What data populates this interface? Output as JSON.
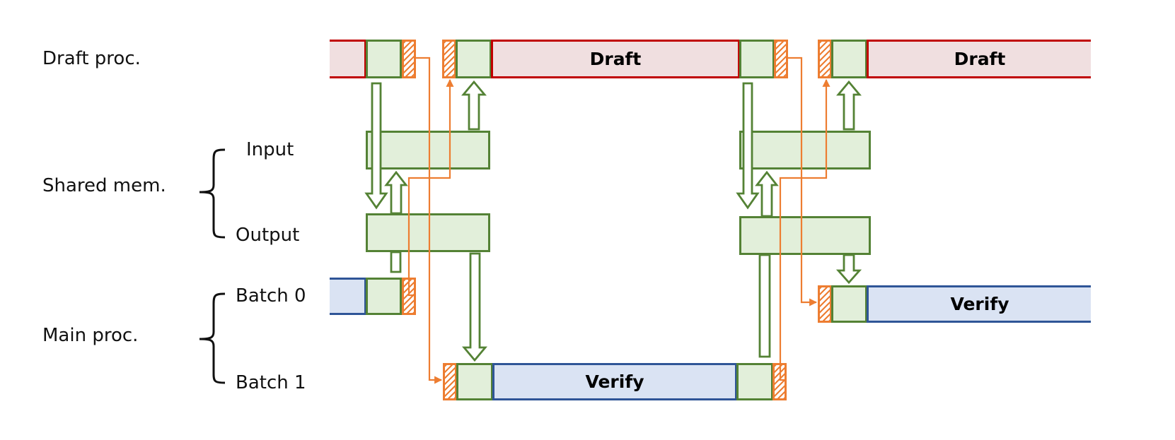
{
  "row_labels": {
    "draft_proc": "Draft proc.",
    "shared_mem": "Shared mem.",
    "input": "Input",
    "output": "Output",
    "main_proc": "Main proc.",
    "batch0": "Batch 0",
    "batch1": "Batch 1"
  },
  "blocks": {
    "draft_1": "Draft",
    "draft_2": "Draft",
    "verify_1": "Verify",
    "verify_2": "Verify"
  },
  "colors": {
    "draft_border": "#c00000",
    "draft_fill": "#f0dfe0",
    "verify_border": "#2f5597",
    "verify_fill": "#dae3f3",
    "memory_border": "#548235",
    "memory_fill": "#e2efda",
    "signal_arrow": "#ed7d31"
  }
}
